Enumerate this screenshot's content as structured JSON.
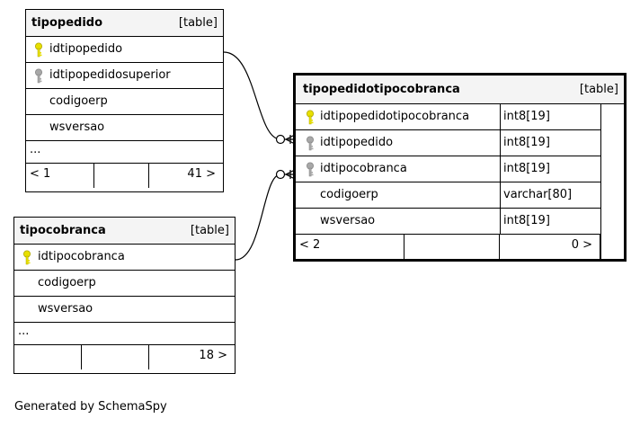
{
  "tables": {
    "tipopedido": {
      "name": "tipopedido",
      "tag": "[table]",
      "columns": [
        "idtipopedido",
        "idtipopedidosuperior",
        "codigoerp",
        "wsversao"
      ],
      "ellipsis": "...",
      "footer_left": "< 1",
      "footer_right": "41 >"
    },
    "tipocobranca": {
      "name": "tipocobranca",
      "tag": "[table]",
      "columns": [
        "idtipocobranca",
        "codigoerp",
        "wsversao"
      ],
      "ellipsis": "...",
      "footer_right": "18 >"
    },
    "tipopedidotipocobranca": {
      "name": "tipopedidotipocobranca",
      "tag": "[table]",
      "columns": [
        "idtipopedidotipocobranca",
        "idtipopedido",
        "idtipocobranca",
        "codigoerp",
        "wsversao"
      ],
      "types": [
        "int8[19]",
        "int8[19]",
        "int8[19]",
        "varchar[80]",
        "int8[19]"
      ],
      "footer_left": "< 2",
      "footer_right": "0 >"
    }
  },
  "icons": {
    "primary_key": "key-icon-yellow",
    "foreign_key": "key-icon-gray"
  },
  "colors": {
    "primary_key": "#e8e000",
    "foreign_key": "#a8a8a8",
    "header_bg": "#f4f4f4"
  },
  "generated_by": "Generated by SchemaSpy"
}
